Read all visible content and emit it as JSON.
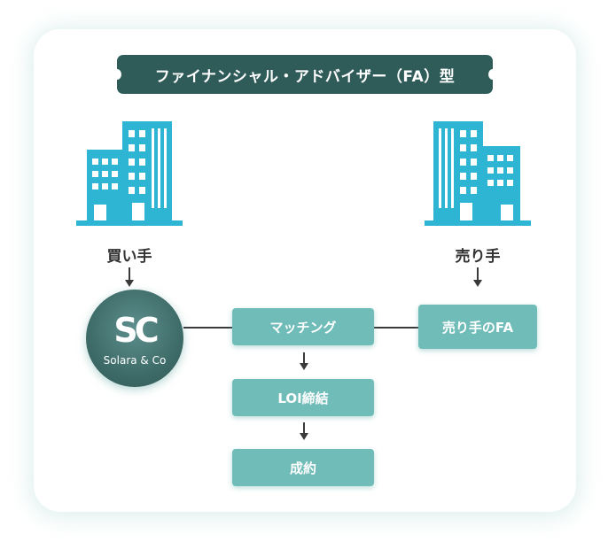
{
  "title": "ファイナンシャル・アドバイザー（FA）型",
  "parties": {
    "buyer": {
      "label": "買い手",
      "icon": "building-icon"
    },
    "seller": {
      "label": "売り手",
      "icon": "building-icon"
    }
  },
  "buyer_logo": {
    "mark": "SC",
    "name": "Solara & Co"
  },
  "process_steps": [
    "マッチング",
    "LOI締結",
    "成約"
  ],
  "seller_fa_label": "売り手のFA",
  "colors": {
    "title_bg": "#2f5b59",
    "box": "#6fbcb8",
    "building": "#2fb5d4",
    "logo": "#3e6c69"
  }
}
